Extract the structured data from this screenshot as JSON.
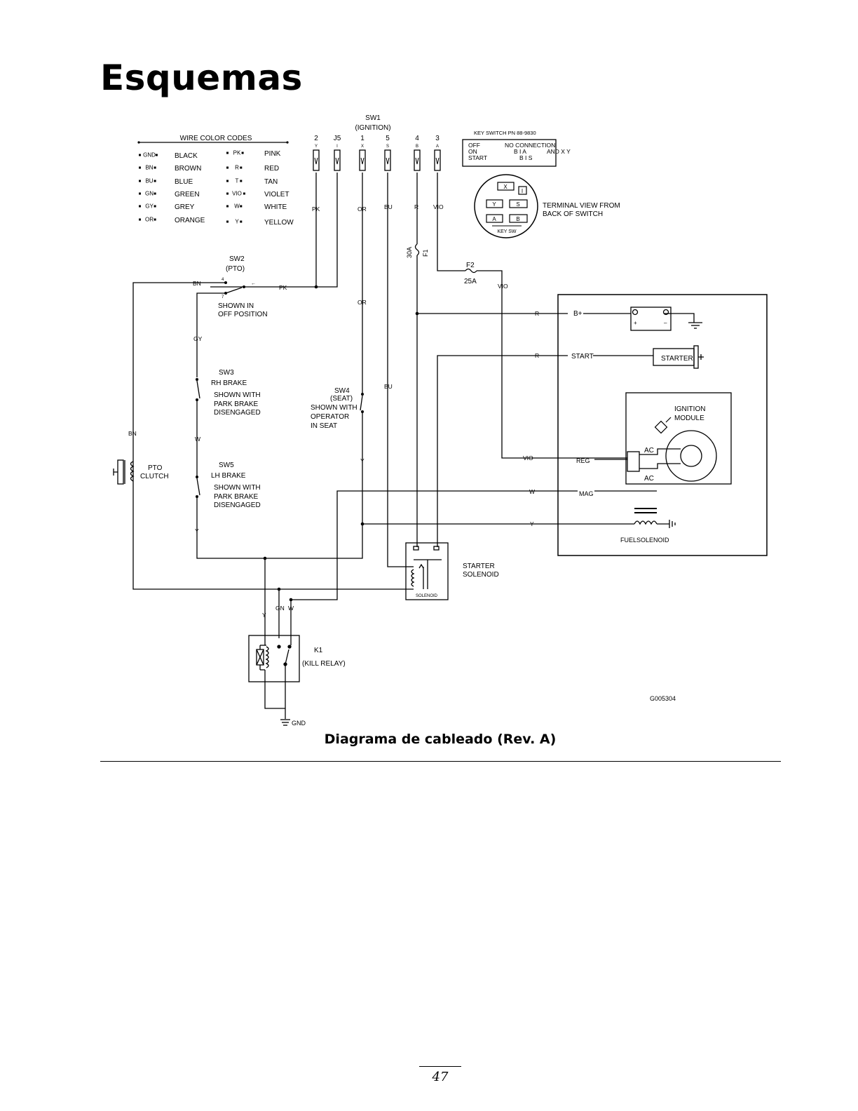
{
  "page": {
    "title": "Esquemas",
    "caption": "Diagrama de cableado (Rev. A)",
    "page_number": "47"
  },
  "diagram": {
    "drawing_number": "G005304",
    "wire_color_codes": {
      "title": "WIRE COLOR CODES",
      "left": [
        {
          "code": "GND",
          "name": "BLACK"
        },
        {
          "code": "BN",
          "name": "BROWN"
        },
        {
          "code": "BU",
          "name": "BLUE"
        },
        {
          "code": "GN",
          "name": "GREEN"
        },
        {
          "code": "GY",
          "name": "GREY"
        },
        {
          "code": "OR",
          "name": "ORANGE"
        }
      ],
      "right": [
        {
          "code": "PK",
          "name": "PINK"
        },
        {
          "code": "R",
          "name": "RED"
        },
        {
          "code": "T",
          "name": "TAN"
        },
        {
          "code": "VIO",
          "name": "VIOLET"
        },
        {
          "code": "W",
          "name": "WHITE"
        },
        {
          "code": "Y",
          "name": "YELLOW"
        }
      ]
    },
    "sw1": {
      "name": "SW1",
      "desc": "(IGNITION)"
    },
    "connector_pins": [
      {
        "num": "2",
        "letter": "Y",
        "wire": "PK"
      },
      {
        "num": "J5",
        "letter": "I",
        "wire": ""
      },
      {
        "num": "1",
        "letter": "X",
        "wire": "OR"
      },
      {
        "num": "5",
        "letter": "S",
        "wire": "BU"
      },
      {
        "num": "4",
        "letter": "B",
        "wire": "R"
      },
      {
        "num": "3",
        "letter": "A",
        "wire": "VIO"
      }
    ],
    "key_switch": {
      "title": "KEY SWITCH PN 88-9830",
      "off": "OFF",
      "on": "ON",
      "start": "START",
      "off_value": "NO CONNECTION",
      "on_value": "B I A",
      "on_extra": "AND  X Y",
      "start_value": "B I S"
    },
    "terminal_view": {
      "label_line1": "TERMINAL VIEW FROM",
      "label_line2": "BACK OF SWITCH",
      "terminals": [
        "X",
        "I",
        "Y",
        "S",
        "A",
        "B"
      ],
      "caption": "KEY SW"
    },
    "fuses": {
      "f1_rating": "30A",
      "f1_name": "F1",
      "f2_name": "F2",
      "f2_rating": "25A"
    },
    "sw2": {
      "name": "SW2",
      "desc": "(PTO)",
      "note_line1": "SHOWN IN",
      "note_line2": "OFF POSITION"
    },
    "sw3": {
      "name": "SW3",
      "desc": "RH BRAKE",
      "note_line1": "SHOWN WITH",
      "note_line2": "PARK BRAKE",
      "note_line3": "DISENGAGED"
    },
    "sw4": {
      "name": "SW4",
      "desc": "(SEAT)",
      "note_line1": "SHOWN WITH",
      "note_line2": "OPERATOR",
      "note_line3": "IN SEAT"
    },
    "sw5": {
      "name": "SW5",
      "desc": "LH BRAKE",
      "note_line1": "SHOWN WITH",
      "note_line2": "PARK BRAKE",
      "note_line3": "DISENGAGED"
    },
    "pto_clutch": {
      "line1": "PTO",
      "line2": "CLUTCH"
    },
    "starter_solenoid": {
      "line1": "STARTER",
      "line2": "SOLENOID",
      "inner": "SOLENOID"
    },
    "kill_relay": {
      "name": "K1",
      "desc": "(KILL RELAY)",
      "gnd": "GND"
    },
    "engine": {
      "b_plus": "B+",
      "start": "START",
      "starter": "STARTER",
      "battery_plus": "+",
      "battery_minus": "–",
      "ignition_line1": "IGNITION",
      "ignition_line2": "MODULE",
      "reg": "REG",
      "mag": "MAG",
      "ac": "AC",
      "fuel_solenoid": "FUELSOLENOID"
    },
    "wire_labels": {
      "bn": "BN",
      "pk": "PK",
      "gy": "GY",
      "w": "W",
      "y": "Y",
      "or": "OR",
      "bu": "BU",
      "r": "R",
      "vio": "VIO",
      "gn": "GN"
    }
  }
}
